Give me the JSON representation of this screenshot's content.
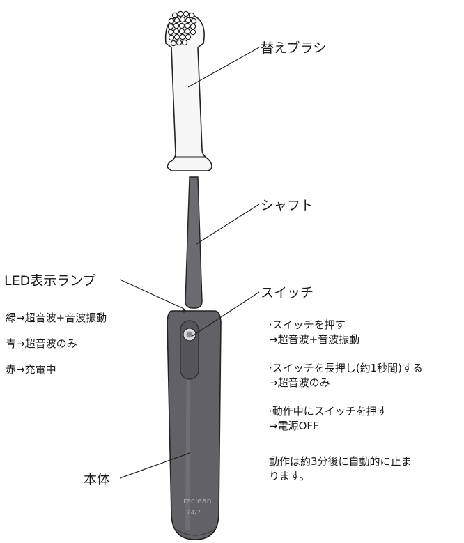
{
  "labels": {
    "brush_head": "替えブラシ",
    "shaft": "シャフト",
    "led": "LED表示ランプ",
    "switch": "スイッチ",
    "body": "本体"
  },
  "led_states": [
    "緑→超音波+音波振動",
    "青→超音波のみ",
    "赤→充電中"
  ],
  "switch_notes": [
    {
      "line1": "·スイッチを押す",
      "line2": "→超音波+音波振動"
    },
    {
      "line1": "·スイッチを長押し(約1秒間)する",
      "line2": "→超音波のみ"
    },
    {
      "line1": "·動作中にスイッチを押す",
      "line2": "→電源OFF"
    }
  ],
  "auto_stop": {
    "line1": "動作は約3分後に自動的に止ま",
    "line2": "ります。"
  },
  "brand": {
    "name": "reclean",
    "model": "24/7"
  },
  "colors": {
    "line": "#222222",
    "body_fill": "#626266",
    "body_highlight": "#7a7a7f",
    "head_fill": "#f7f7f7"
  }
}
